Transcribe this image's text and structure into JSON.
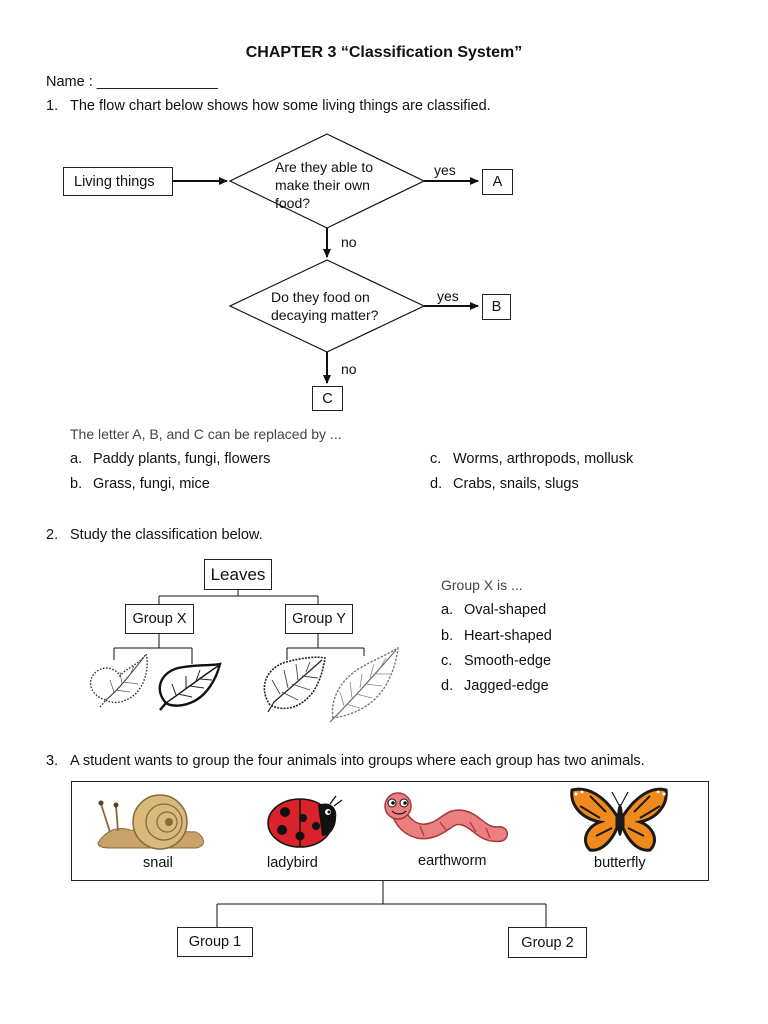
{
  "title": "CHAPTER 3 “Classification System”",
  "name_line": "Name : _______________",
  "q1": {
    "number": "1.",
    "prompt": "The flow chart below shows how some living things are classified.",
    "start": "Living things",
    "diamond1": [
      "Are they able to",
      "make their own",
      "food?"
    ],
    "diamond2": [
      "Do they food on",
      "decaying matter?"
    ],
    "yes1": "yes",
    "yes2": "yes",
    "no1": "no",
    "no2": "no",
    "box_a": "A",
    "box_b": "B",
    "box_c": "C",
    "question": "The letter A, B, and C can be replaced by ...",
    "options": [
      {
        "letter": "a.",
        "text": "Paddy plants, fungi, flowers"
      },
      {
        "letter": "b.",
        "text": "Grass, fungi, mice"
      },
      {
        "letter": "c.",
        "text": "Worms, arthropods, mollusk"
      },
      {
        "letter": "d.",
        "text": "Crabs, snails, slugs"
      }
    ]
  },
  "q2": {
    "number": "2.",
    "prompt": "Study the classification below.",
    "root": "Leaves",
    "group_x": "Group X",
    "group_y": "Group Y",
    "question": "Group X is ...",
    "options": [
      {
        "letter": "a.",
        "text": "Oval-shaped"
      },
      {
        "letter": "b.",
        "text": "Heart-shaped"
      },
      {
        "letter": "c.",
        "text": "Smooth-edge"
      },
      {
        "letter": "d.",
        "text": "Jagged-edge"
      }
    ]
  },
  "q3": {
    "number": "3.",
    "prompt": "A student wants to group the four animals into groups where each group has two animals.",
    "animals": [
      "snail",
      "ladybird",
      "earthworm",
      "butterfly"
    ],
    "group1": "Group 1",
    "group2": "Group 2"
  }
}
